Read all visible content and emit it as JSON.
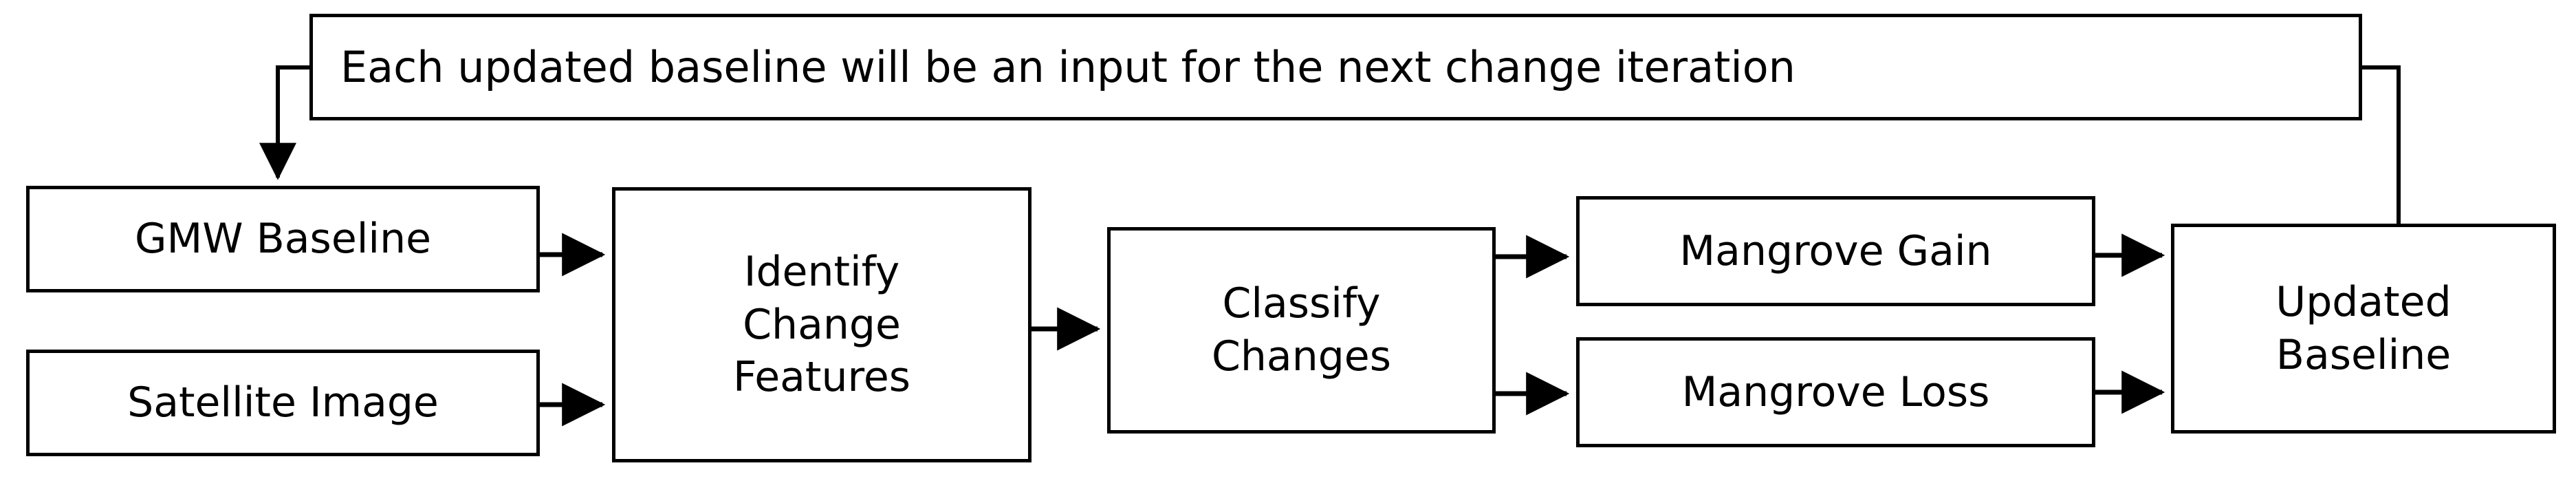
{
  "diagram": {
    "title_note": "Each updated baseline will be an input for the next change iteration",
    "nodes": {
      "banner": "Each updated baseline will be an input for the next change iteration",
      "gmw_baseline": "GMW Baseline",
      "satellite_image": "Satellite Image",
      "identify_change_features": "Identify\nChange\nFeatures",
      "classify_changes": "Classify\nChanges",
      "mangrove_gain": "Mangrove Gain",
      "mangrove_loss": "Mangrove Loss",
      "updated_baseline": "Updated\nBaseline"
    },
    "edges": [
      {
        "from": "gmw_baseline",
        "to": "identify_change_features",
        "arrow": true
      },
      {
        "from": "satellite_image",
        "to": "identify_change_features",
        "arrow": true
      },
      {
        "from": "identify_change_features",
        "to": "classify_changes",
        "arrow": true
      },
      {
        "from": "classify_changes",
        "to": "mangrove_gain",
        "arrow": true
      },
      {
        "from": "classify_changes",
        "to": "mangrove_loss",
        "arrow": true
      },
      {
        "from": "mangrove_gain",
        "to": "updated_baseline",
        "arrow": true
      },
      {
        "from": "mangrove_loss",
        "to": "updated_baseline",
        "arrow": true
      },
      {
        "from": "updated_baseline",
        "to": "banner",
        "arrow": false
      },
      {
        "from": "banner",
        "to": "gmw_baseline",
        "arrow": true
      }
    ],
    "colors": {
      "background": "#ffffff",
      "stroke": "#000000",
      "text": "#000000"
    }
  }
}
